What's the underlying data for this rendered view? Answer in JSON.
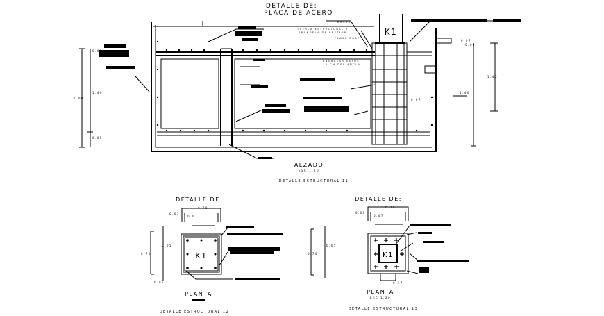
{
  "alzado": {
    "title_line1": "DETALLE DE:",
    "title_line2": "PLACA DE ACERO",
    "column_label": "K1",
    "label_rosca": "ROSCA",
    "label_tuerca1": "TUERCA ESTRUCTURAL Y",
    "label_tuerca2": "ARANDELA DE PRESION",
    "label_placa": "PLACA BASE",
    "label_engrasar1": "ENGRASAR ESTOS",
    "label_engrasar2": "15 CM DEL ANCLA",
    "dim_left_outer": "1.00",
    "dim_left_inner": "1.40",
    "dim_left_bottom": "0.05",
    "dim_left_top": "0.05",
    "dim_right_outer": "1.40",
    "dim_right_inner": "1.40",
    "dim_right_top1": "0.07",
    "dim_right_top2": "0.05",
    "dim_right_mid": "0.07",
    "view_name": "ALZADO",
    "scale": "ESC 1:20",
    "caption": "DETALLE ESTRUCTURAL 11"
  },
  "planta12": {
    "title": "DETALLE DE:",
    "column_label": "K1",
    "dim_top": "0.70",
    "dim_a": "0.05",
    "dim_b": "0.07",
    "dim_left": "0.70",
    "dim_c": "0.05",
    "dim_d": "0.05",
    "view_name": "PLANTA",
    "caption": "DETALLE ESTRUCTURAL 12"
  },
  "planta13": {
    "title": "DETALLE DE:",
    "column_label": "K1",
    "dim_top": "0.70",
    "dim_a": "0.05",
    "dim_b": "0.07",
    "dim_left": "0.70",
    "dim_c": "0.05",
    "dim_bottom": "0.17",
    "view_name": "PLANTA",
    "scale": "ESC 1:20",
    "caption": "DETALLE ESTRUCTURAL 13"
  }
}
